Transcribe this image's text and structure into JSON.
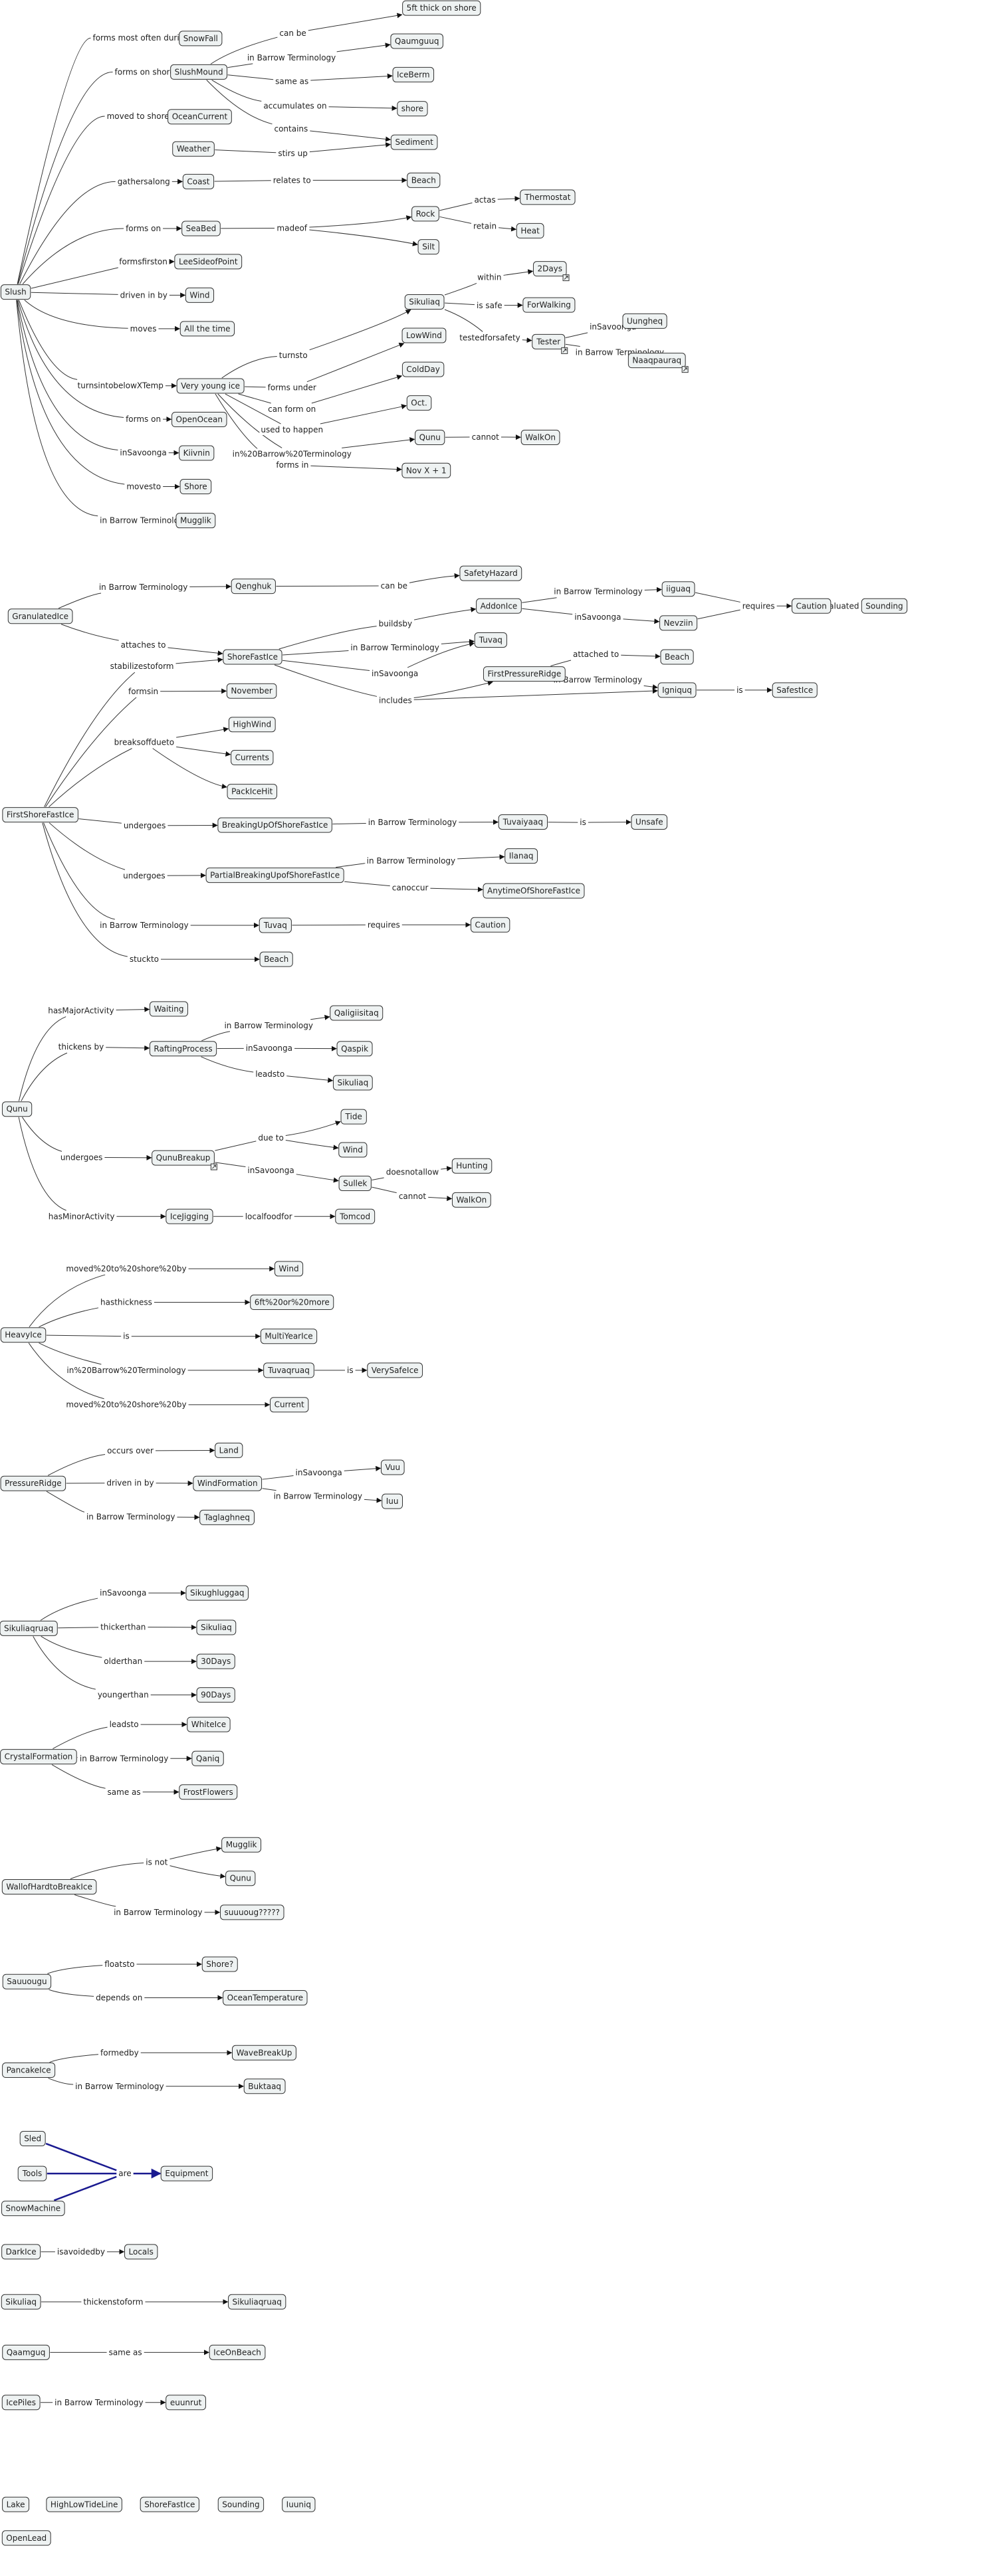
{
  "nodes": {
    "slush": "Slush",
    "snowfall": "SnowFall",
    "slushmound": "SlushMound",
    "oceancurrent": "OceanCurrent",
    "weather": "Weather",
    "fivefeet": "5ft thick on shore",
    "qaumguuq": "Qaumguuq",
    "iceberm": "IceBerm",
    "shore1": "shore",
    "sediment": "Sediment",
    "coast": "Coast",
    "beach1": "Beach",
    "seabed": "SeaBed",
    "rock": "Rock",
    "silt": "Silt",
    "thermostat": "Thermostat",
    "heat": "Heat",
    "leesideofpoint": "LeeSideofPoint",
    "wind1": "Wind",
    "allthetime": "All the time",
    "veryyoungice": "Very young ice",
    "sikuliaq1": "Sikuliaq",
    "twodays": "2Days",
    "forwalking": "ForWalking",
    "tester": "Tester",
    "uungheq": "Uungheq",
    "naaqpauraq": "Naaqpauraq",
    "lowwind": "LowWind",
    "coldday": "ColdDay",
    "oct": "Oct.",
    "quna1": "Qunu",
    "walkon1": "WalkOn",
    "novx": "Nov X + 1",
    "openocean": "OpenOcean",
    "kiivnin": "Kiivnin",
    "shore2": "Shore",
    "mugglik1": "Mugglik",
    "granulatedice": "GranulatedIce",
    "qenghuk": "Qenghuk",
    "safetyhazard": "SafetyHazard",
    "shorefastice": "ShoreFastIce",
    "addonice": "AddonIce",
    "iiguaq": "iiguaq",
    "nevziin": "Nevziin",
    "caution1": "Caution",
    "sounding1": "Sounding",
    "tuvaq1": "Tuvaq",
    "firstpressureridge": "FirstPressureRidge",
    "beach2": "Beach",
    "igniquq": "Igniquq",
    "safestice": "SafestIce",
    "firstshorefastice": "FirstShoreFastIce",
    "november": "November",
    "highwind": "HighWind",
    "currents": "Currents",
    "packicehit": "PackIceHit",
    "breakingup": "BreakingUpOfShoreFastIce",
    "tuvaiyaaq": "Tuvaiyaaq",
    "unsafe": "Unsafe",
    "partialbreaking": "PartialBreakingUpofShoreFastIce",
    "ilanaq": "Ilanaq",
    "anytime": "AnytimeOfShoreFastIce",
    "tuvaq2": "Tuvaq",
    "caution2": "Caution",
    "beach3": "Beach",
    "quna2": "Qunu",
    "waiting": "Waiting",
    "raftingprocess": "RaftingProcess",
    "qaligiisitaq": "Qaligiisitaq",
    "qaspik": "Qaspik",
    "sikuliaq2": "Sikuliaq",
    "qunubreakup": "QunuBreakup",
    "tide": "Tide",
    "wind2": "Wind",
    "sullek": "Sullek",
    "hunting": "Hunting",
    "walkon2": "WalkOn",
    "icejigging": "IceJigging",
    "tomcod": "Tomcod",
    "heavyice": "HeavyIce",
    "wind3": "Wind",
    "sixft": "6ft%20or%20more",
    "multiyearice": "MultiYearIce",
    "tuvaqruaq": "Tuvaqruaq",
    "verysafeice": "VerySafeIce",
    "current": "Current",
    "pressureridge": "PressureRidge",
    "land": "Land",
    "windformation": "WindFormation",
    "vuu": "Vuu",
    "iuu": "Iuu",
    "taglaghneq": "Taglaghneq",
    "sikuliaqruaq1": "Sikuliaqruaq",
    "sikughluggaq": "Sikughluggaq",
    "sikuliaq3": "Sikuliaq",
    "thirtydays": "30Days",
    "ninetydays": "90Days",
    "crystalformation": "CrystalFormation",
    "whiteice": "WhiteIce",
    "qaniq": "Qaniq",
    "frostflowers": "FrostFlowers",
    "wallofhard": "WallofHardtoBreakIce",
    "mugglik2": "Mugglik",
    "quna3": "Qunu",
    "suuuuug": "suuuoug?????",
    "sauuuugu": "Sauuougu",
    "shoreq": "Shore?",
    "oceantemperature": "OceanTemperature",
    "pancakeice": "PancakeIce",
    "wavebreakup": "WaveBreakUp",
    "buktaaq": "Buktaaq",
    "sled": "Sled",
    "tools": "Tools",
    "snowmachine": "SnowMachine",
    "equipment": "Equipment",
    "darkice": "DarkIce",
    "locals": "Locals",
    "sikuliaq4": "Sikuliaq",
    "sikuliaqruaq2": "Sikuliaqruaq",
    "qaamguq": "Qaamguq",
    "iceonbeach": "IceOnBeach",
    "icepiles": "IcePiles",
    "euunrut": "euunrut",
    "lake": "Lake",
    "highlowtideline": "HighLowTideLine",
    "shorefastice2": "ShoreFastIce",
    "sounding2": "Sounding",
    "iuuniq": "Iuuniq",
    "openlead": "OpenLead"
  },
  "labels": {
    "formsmostoften": "forms most often during",
    "formsonshore": "forms on shore",
    "movedtoshoreby": "moved to shore by",
    "canbe1": "can be",
    "inbarrow1": "in Barrow Terminology",
    "sameas1": "same as",
    "accumulatesonn": "accumulates on",
    "contains": "contains",
    "stirsup": "stirs up",
    "gathersalong": "gathersalong",
    "relatesto": "relates to",
    "formson1": "forms on",
    "madeof": "madeof",
    "actas": "actas",
    "retain": "retain",
    "formsfirston": "formsfirston",
    "drivenin1": "driven in by",
    "moves": "moves",
    "turnsintobelow": "turnsintobelowXTemp",
    "turnsto": "turnsto",
    "within": "within",
    "issafe": "is safe",
    "testedforsafety": "testedforsafety",
    "insavoonga1": "inSavoonga",
    "inbarrow2": "in Barrow Terminology",
    "formsunder": "forms under",
    "canformon": "can form on",
    "usedtohappen": "used to happen",
    "inbarrowenc": "in%20Barrow%20Terminology",
    "cannot1": "cannot",
    "formsin": "forms in",
    "formson2": "forms on",
    "insavoonga2": "inSavoonga",
    "movesto": "movesto",
    "inbarrow3": "in Barrow Terminology",
    "inbarrow4": "in Barrow Terminology",
    "canbe2": "can be",
    "attachesto": "attaches to",
    "buildsby": "buildsby",
    "inbarrow5": "in Barrow Terminology",
    "insavoonga3": "inSavoonga",
    "includes": "includes",
    "inbarrow6": "in Barrow Terminology",
    "insavoonga4": "inSavoonga",
    "requires1": "requires",
    "evaluatedby": "evaluated by",
    "attachedto": "attached to",
    "inbarrow7": "in Barrow Terminology",
    "is1": "is",
    "stabilizestoform": "stabilizestoform",
    "formsin2": "formsin",
    "breaksoffdueto": "breaksoffdueto",
    "undergoes1": "undergoes",
    "inbarrow8": "in Barrow Terminology",
    "is2": "is",
    "undergoes2": "undergoes",
    "inbarrow9": "in Barrow Terminology",
    "canoccur": "canoccur",
    "inbarrow10": "in Barrow Terminology",
    "requires2": "requires",
    "stuckto": "stuckto",
    "hasmajoractivity": "hasMajorActivity",
    "thickensby": "thickens by",
    "inbarrow11": "in Barrow Terminology",
    "insavoonga5": "inSavoonga",
    "leadsto1": "leadsto",
    "undergoes3": "undergoes",
    "dueto": "due to",
    "insavoonga6": "inSavoonga",
    "doesnotallow": "doesnotallow",
    "cannot2": "cannot",
    "hasminoractivity": "hasMinorActivity",
    "localfoodfor": "localfoodfor",
    "movedenc1": "moved%20to%20shore%20by",
    "hasthickness": "hasthickness",
    "is3": "is",
    "inbarrowenc2": "in%20Barrow%20Terminology",
    "is4": "is",
    "movedenc2": "moved%20to%20shore%20by",
    "occursover": "occurs over",
    "drivenin2": "driven in by",
    "insavoonga7": "inSavoonga",
    "inbarrow12": "in Barrow Terminology",
    "inbarrow13": "in Barrow Terminology",
    "insavoonga8": "inSavoonga",
    "thickerthan": "thickerthan",
    "olderthan": "olderthan",
    "youngerthan": "youngerthan",
    "leadsto2": "leadsto",
    "inbarrow14": "in Barrow Terminology",
    "sameas2": "same as",
    "isnot": "is not",
    "inbarrow15": "in Barrow Terminology",
    "floatsto": "floatsto",
    "dependson": "depends on",
    "formedby": "formedby",
    "inbarrow16": "in Barrow Terminology",
    "are": "are",
    "isavoidedby": "isavoidedby",
    "thickenstoform": "thickenstoform",
    "sameas3": "same as",
    "inbarrow17": "in Barrow Terminology"
  }
}
